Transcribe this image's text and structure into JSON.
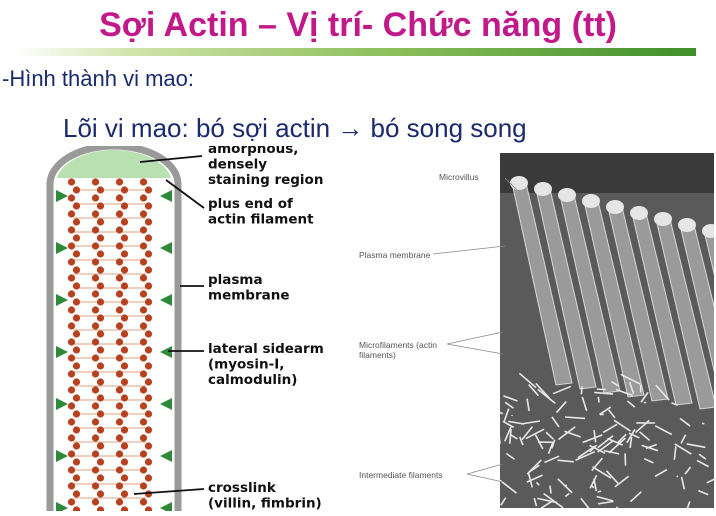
{
  "slide": {
    "title": "Sợi Actin – Vị trí- Chức năng (tt)",
    "bullet": "-Hình thành vi mao:",
    "sub_bullet": "Lõi vi mao: bó sợi actin → bó song song"
  },
  "diagram": {
    "labels": [
      [
        "amorphous,",
        "densely",
        "staining region"
      ],
      [
        "plus end of",
        "actin filament"
      ],
      [
        "plasma",
        "membrane"
      ],
      [
        "lateral sidearm",
        "(myosin-I,",
        "calmodulin)"
      ],
      [
        "crosslink",
        "(villin, fimbrin)"
      ]
    ]
  },
  "micrograph": {
    "labels": {
      "microvillus": "Microvillus",
      "plasma_membrane": "Plasma membrane",
      "microfilaments_1": "Microfilaments (actin",
      "microfilaments_2": "filaments)",
      "intermediate": "Intermediate filaments"
    }
  },
  "colors": {
    "title": "#c2198a",
    "text": "#1a2a6e",
    "filament": "#b8401e",
    "sidearm": "#2e8a3a",
    "cap": "#b9e0b0"
  }
}
